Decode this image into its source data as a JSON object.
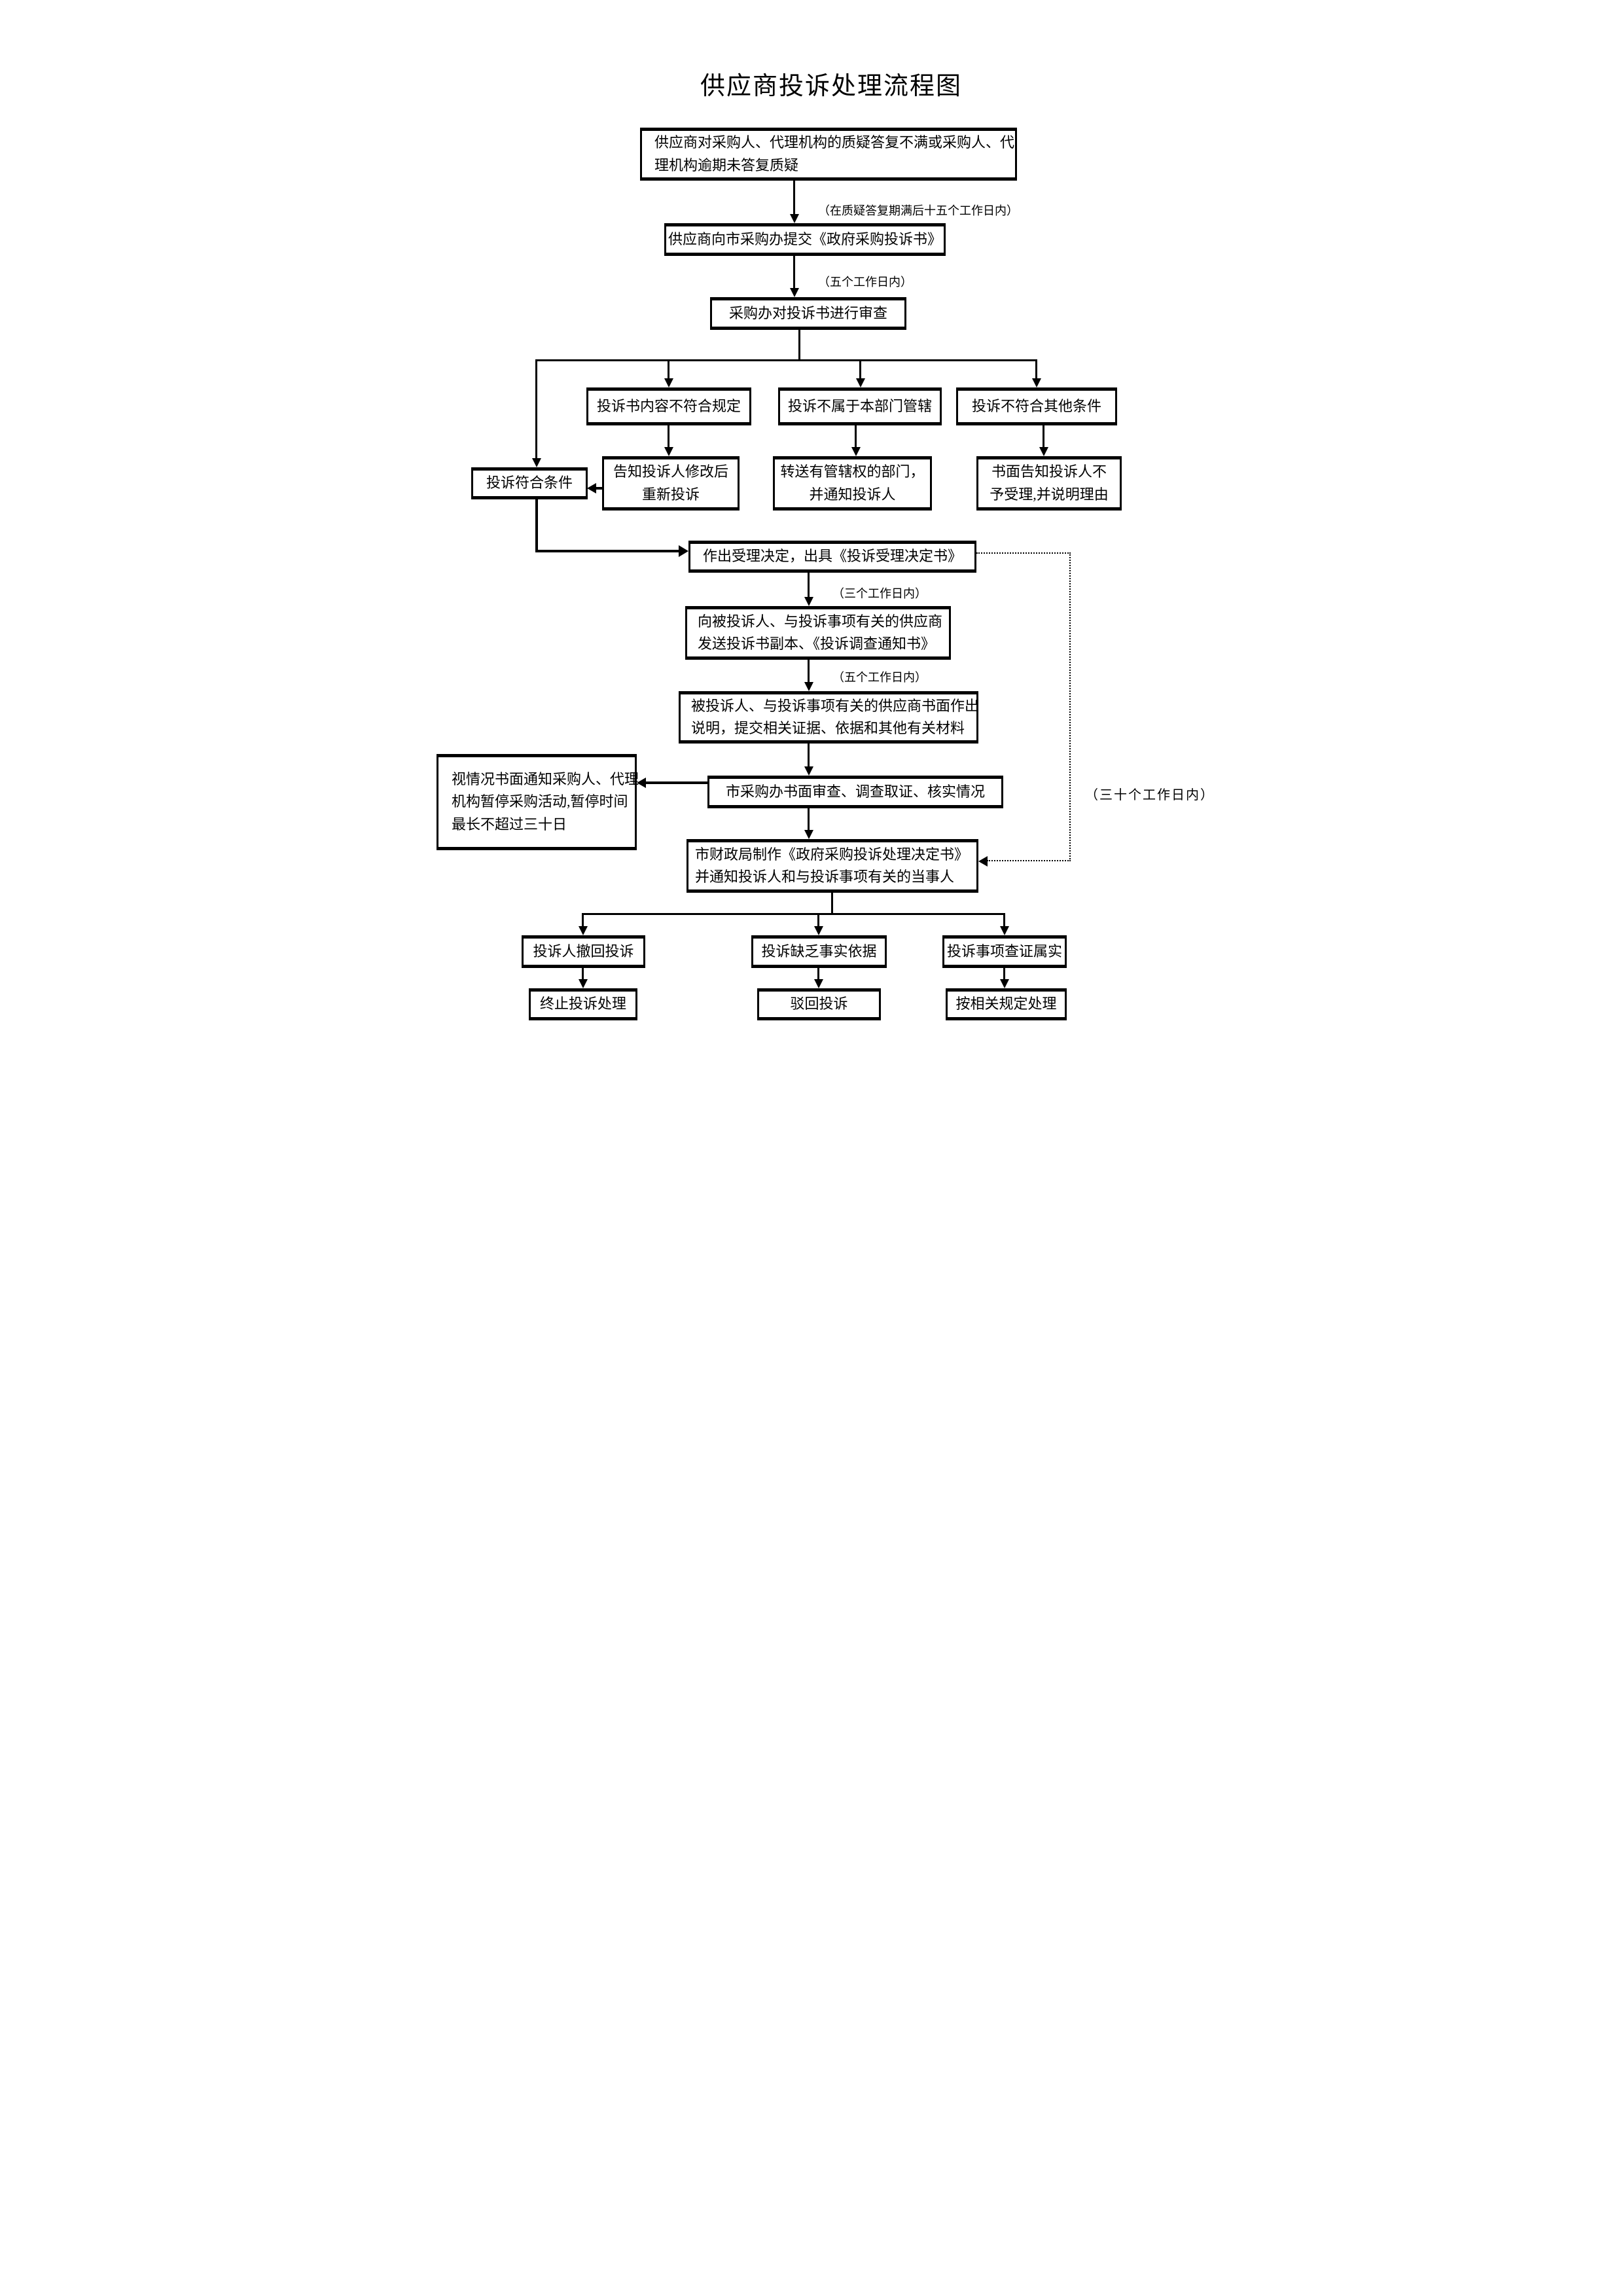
{
  "title": "供应商投诉处理流程图",
  "nodes": {
    "start": {
      "lines": [
        "供应商对采购人、代理机构的质疑答复不满或采购人、代",
        "理机构逾期未答复质疑"
      ]
    },
    "submit": {
      "label": "供应商向市采购办提交《政府采购投诉书》"
    },
    "review": {
      "label": "采购办对投诉书进行审查"
    },
    "meets": {
      "label": "投诉符合条件"
    },
    "contentNotConform": {
      "label": "投诉书内容不符合规定"
    },
    "notJurisdiction": {
      "label": "投诉不属于本部门管辖"
    },
    "notOther": {
      "label": "投诉不符合其他条件"
    },
    "notifyAmend": {
      "lines": [
        "告知投诉人修改后",
        "重新投诉"
      ]
    },
    "transfer": {
      "lines": [
        "转送有管辖权的部门，",
        "并通知投诉人"
      ]
    },
    "writtenReject": {
      "lines": [
        "书面告知投诉人不",
        "予受理,并说明理由"
      ]
    },
    "acceptDecision": {
      "label": "作出受理决定，出具《投诉受理决定书》"
    },
    "sendCopy": {
      "lines": [
        "向被投诉人、与投诉事项有关的供应商",
        "发送投诉书副本、《投诉调查通知书》"
      ]
    },
    "respondent": {
      "lines": [
        "被投诉人、与投诉事项有关的供应商书面作出",
        "说明，提交相关证据、依据和其他有关材料"
      ]
    },
    "suspend": {
      "lines": [
        "视情况书面通知采购人、代理",
        "机构暂停采购活动,暂停时间",
        "最长不超过三十日"
      ]
    },
    "investigate": {
      "label": "市采购办书面审查、调查取证、核实情况"
    },
    "decision": {
      "lines": [
        "市财政局制作《政府采购投诉处理决定书》",
        "并通知投诉人和与投诉事项有关的当事人"
      ]
    },
    "withdraw": {
      "label": "投诉人撤回投诉"
    },
    "lackFacts": {
      "label": "投诉缺乏事实依据"
    },
    "verified": {
      "label": "投诉事项查证属实"
    },
    "terminate": {
      "label": "终止投诉处理"
    },
    "reject": {
      "label": "驳回投诉"
    },
    "handle": {
      "label": "按相关规定处理"
    }
  },
  "annotations": {
    "afterQuery": "（在质疑答复期满后十五个工作日内）",
    "fiveDays1": "（五个工作日内）",
    "threeDays": "（三个工作日内）",
    "fiveDays2": "（五个工作日内）",
    "thirtyDays": "（三十个工作日内）"
  },
  "colors": {
    "line": "#000000",
    "background": "#ffffff",
    "text": "#000000"
  }
}
